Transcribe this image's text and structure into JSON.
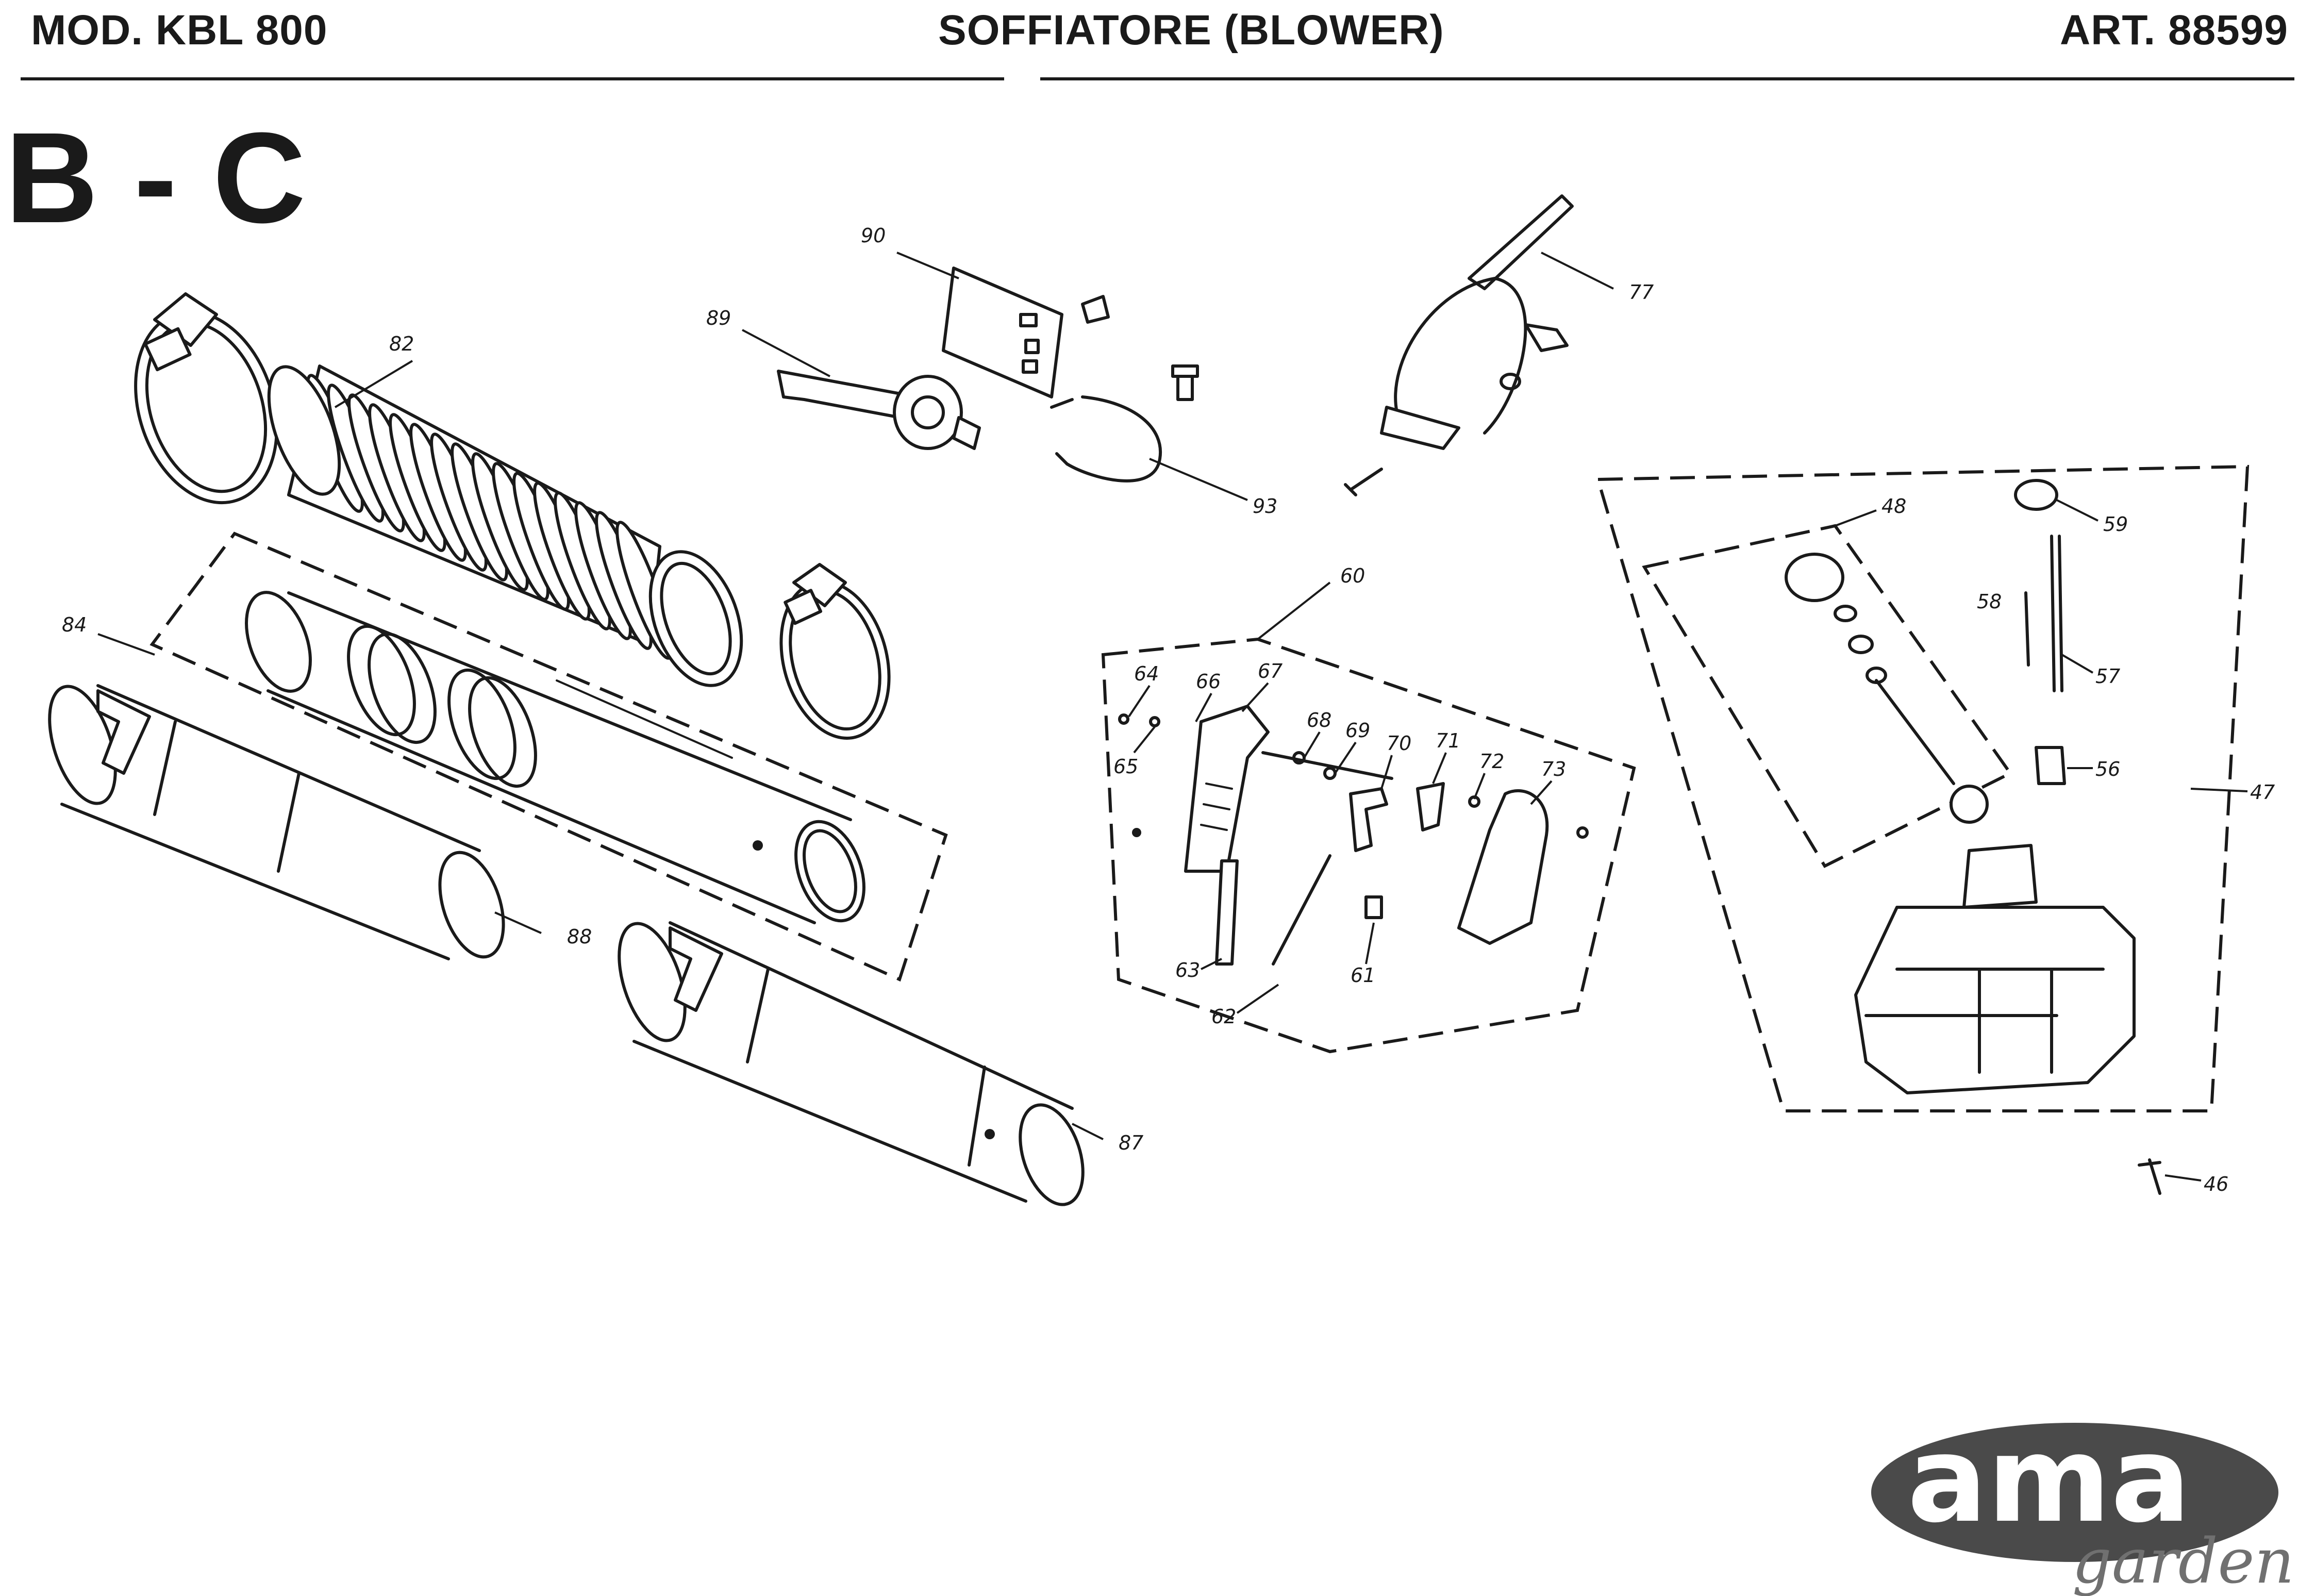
{
  "header": {
    "model": "MOD. KBL 800",
    "title": "SOFFIATORE (BLOWER)",
    "article": "ART. 88599"
  },
  "section_label": "B - C",
  "parts": {
    "p46": "46",
    "p47": "47",
    "p48": "48",
    "p56": "56",
    "p57": "57",
    "p58": "58",
    "p59": "59",
    "p60": "60",
    "p61": "61",
    "p62": "62",
    "p63": "63",
    "p64": "64",
    "p65": "65",
    "p66": "66",
    "p67": "67",
    "p68": "68",
    "p69": "69",
    "p70": "70",
    "p71": "71",
    "p72": "72",
    "p73": "73",
    "p77": "77",
    "p82": "82",
    "p84": "84",
    "p87": "87",
    "p88": "88",
    "p89": "89",
    "p90": "90",
    "p93": "93"
  },
  "logo": {
    "brand": "ama",
    "sub": "garden",
    "colors": {
      "oval": "#4a4a4a",
      "text": "#ffffff",
      "sub": "#707070"
    }
  }
}
